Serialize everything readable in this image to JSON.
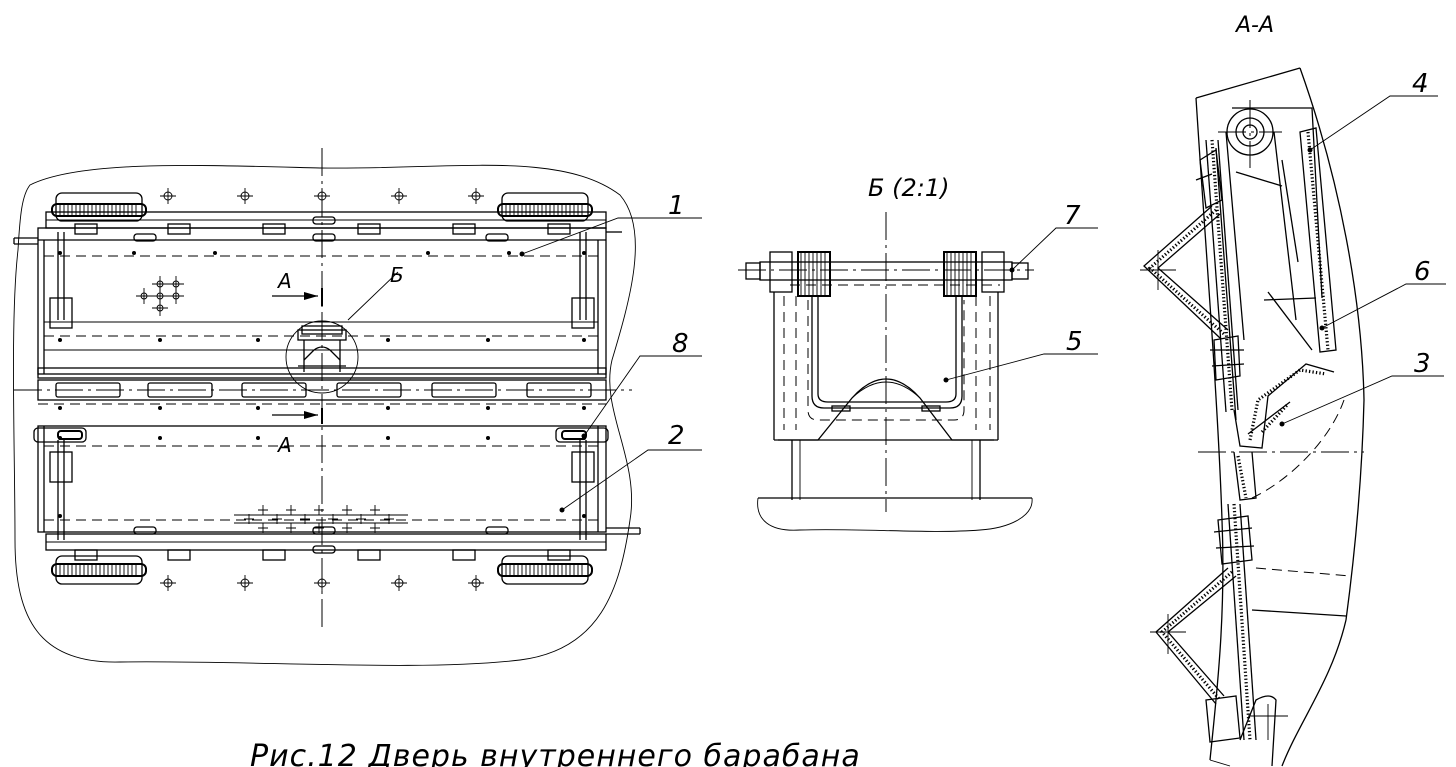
{
  "figure": {
    "caption": "Рис.12 Дверь внутреннего барабана"
  },
  "views": {
    "section_title": "А-А",
    "detail_title": "Б (2:1)",
    "section_mark_upper": "А",
    "section_mark_lower": "А",
    "detail_mark": "Б"
  },
  "callouts": {
    "c1": "1",
    "c2": "2",
    "c3": "3",
    "c4": "4",
    "c5": "5",
    "c6": "6",
    "c7": "7",
    "c8": "8"
  }
}
